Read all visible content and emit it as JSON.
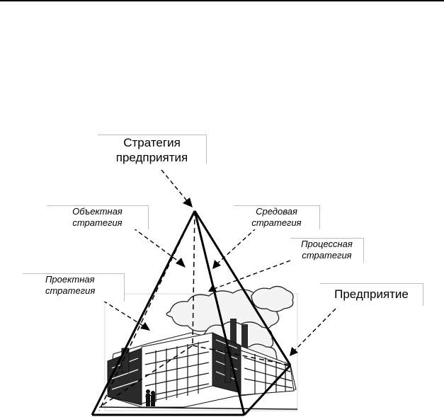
{
  "labels": {
    "strategy_enterprise": [
      "Стратегия",
      "предприятия"
    ],
    "object_strategy": [
      "Объектная",
      "стратегия"
    ],
    "environment_strategy": [
      "Средовая",
      "стратегия"
    ],
    "process_strategy": [
      "Процессная",
      "стратегия"
    ],
    "project_strategy": [
      "Проектная",
      "стратегия"
    ],
    "enterprise": "Предприятие"
  },
  "colors": {
    "line": "#000000",
    "box_border": "#bdbdbd",
    "building_dark": "#2a2a2a",
    "cloud_fill": "#f4f4f4"
  }
}
